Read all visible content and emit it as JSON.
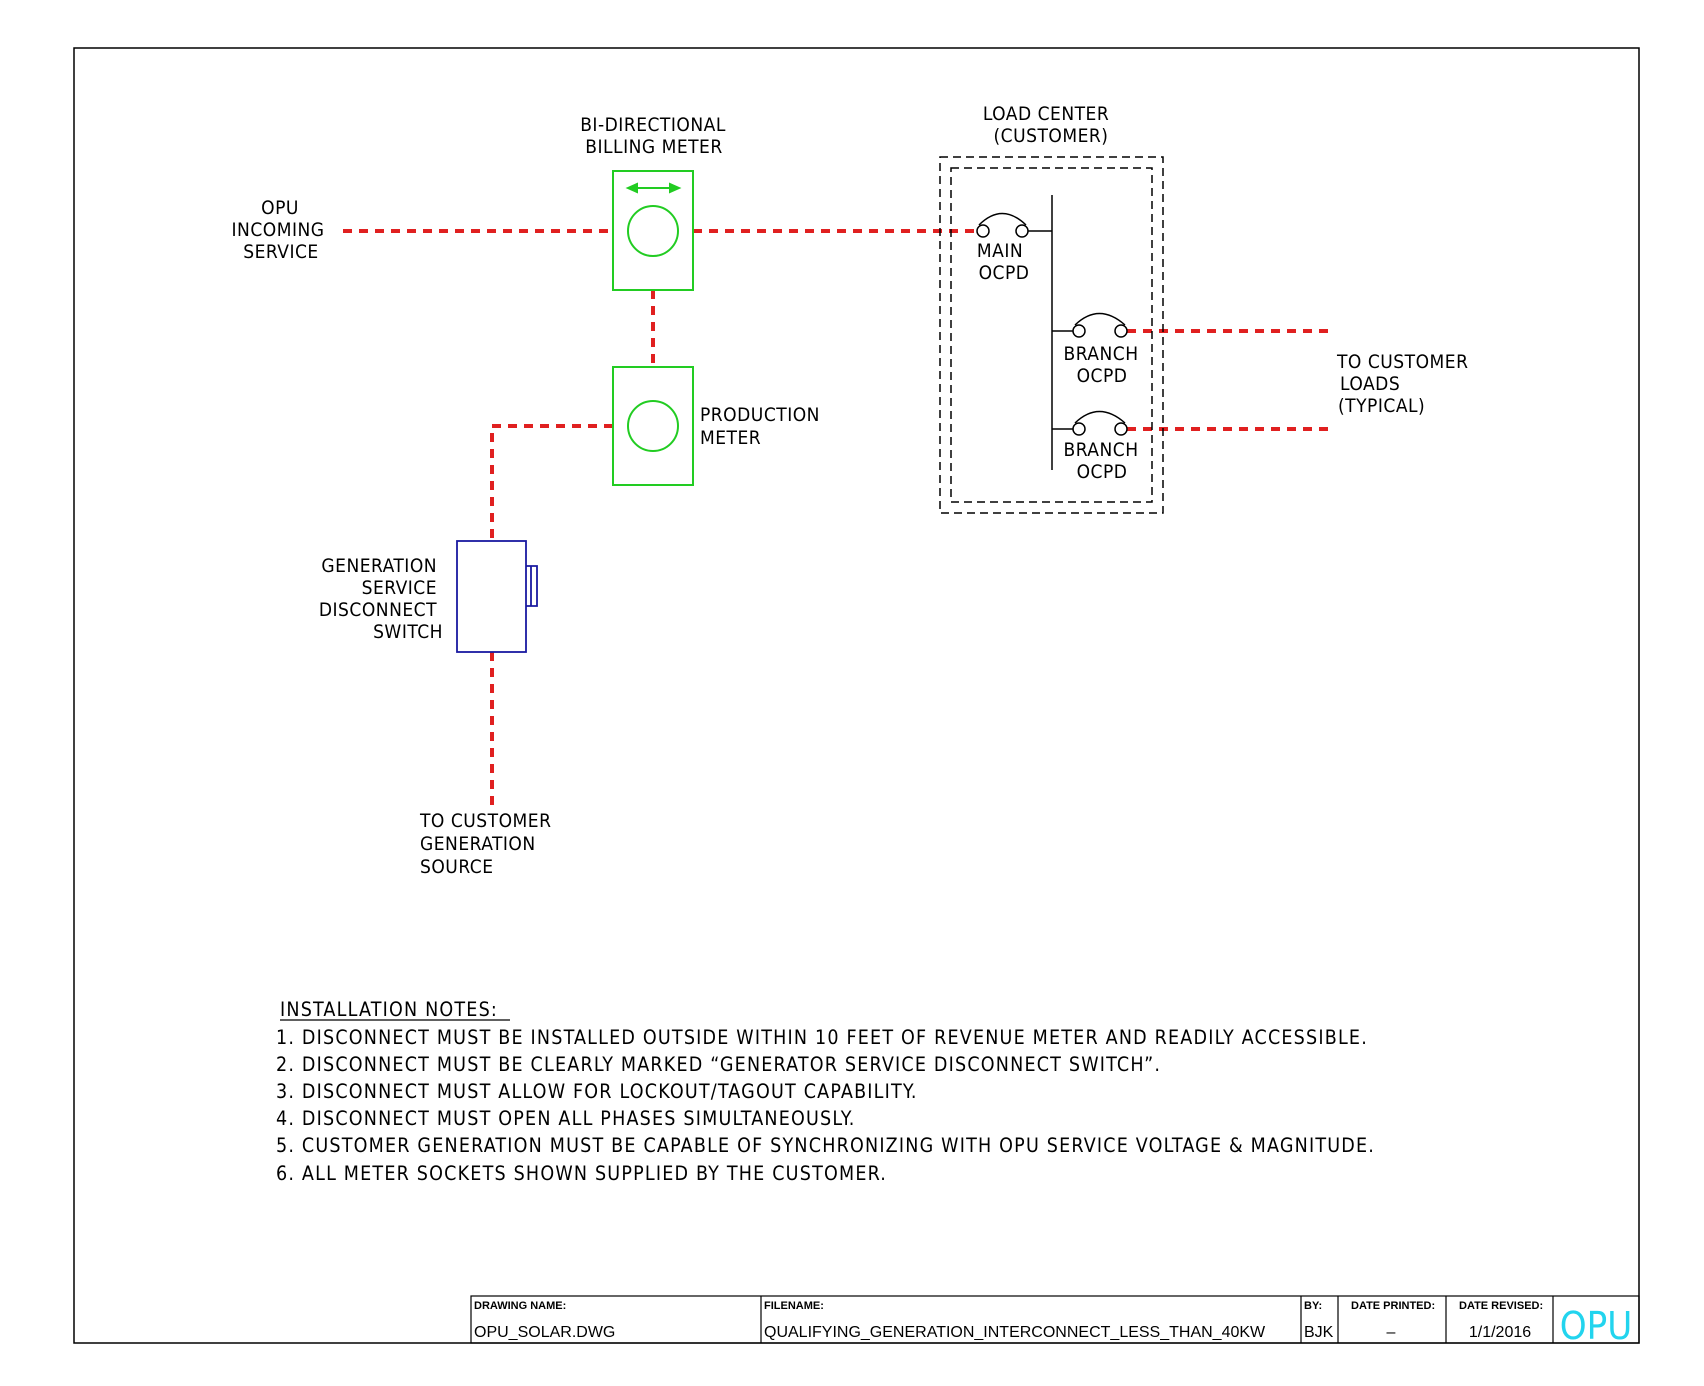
{
  "labels": {
    "opu_incoming": [
      "OPU",
      "INCOMING",
      "SERVICE"
    ],
    "billing_meter": [
      "BI-DIRECTIONAL",
      "BILLING METER"
    ],
    "load_center": [
      "LOAD CENTER",
      "(CUSTOMER)"
    ],
    "main_ocpd": [
      "MAIN",
      "OCPD"
    ],
    "branch_ocpd_1": [
      "BRANCH",
      "OCPD"
    ],
    "branch_ocpd_2": [
      "BRANCH",
      "OCPD"
    ],
    "customer_loads": [
      "TO CUSTOMER",
      "LOADS",
      "(TYPICAL)"
    ],
    "production_meter": [
      "PRODUCTION",
      "METER"
    ],
    "disconnect_switch": [
      "GENERATION",
      "SERVICE",
      "DISCONNECT",
      "SWITCH"
    ],
    "generation_source": [
      "TO CUSTOMER",
      "GENERATION",
      "SOURCE"
    ]
  },
  "notes": {
    "heading": "INSTALLATION NOTES:",
    "items": [
      "1. DISCONNECT MUST BE INSTALLED OUTSIDE WITHIN 10 FEET OF REVENUE METER AND READILY ACCESSIBLE.",
      "2. DISCONNECT MUST BE CLEARLY MARKED “GENERATOR SERVICE DISCONNECT SWITCH”.",
      "3. DISCONNECT MUST ALLOW FOR LOCKOUT/TAGOUT CAPABILITY.",
      "4. DISCONNECT MUST OPEN ALL PHASES SIMULTANEOUSLY.",
      "5. CUSTOMER GENERATION MUST BE CAPABLE OF SYNCHRONIZING WITH OPU SERVICE VOLTAGE & MAGNITUDE.",
      "6. ALL METER SOCKETS SHOWN SUPPLIED BY THE CUSTOMER."
    ]
  },
  "title_block": {
    "drawing_name_label": "DRAWING NAME:",
    "drawing_name": "OPU_SOLAR.DWG",
    "filename_label": "FILENAME:",
    "filename": "QUALIFYING_GENERATION_INTERCONNECT_LESS_THAN_40KW",
    "by_label": "BY:",
    "by": "BJK",
    "date_printed_label": "DATE PRINTED:",
    "date_printed": "–",
    "date_revised_label": "DATE REVISED:",
    "date_revised": "1/1/2016",
    "logo": "OPU"
  },
  "colors": {
    "conductor": "#e02020",
    "meter": "#22cc22",
    "switch": "#1a1aa0",
    "logo": "#22d4ee",
    "line": "#000000"
  }
}
